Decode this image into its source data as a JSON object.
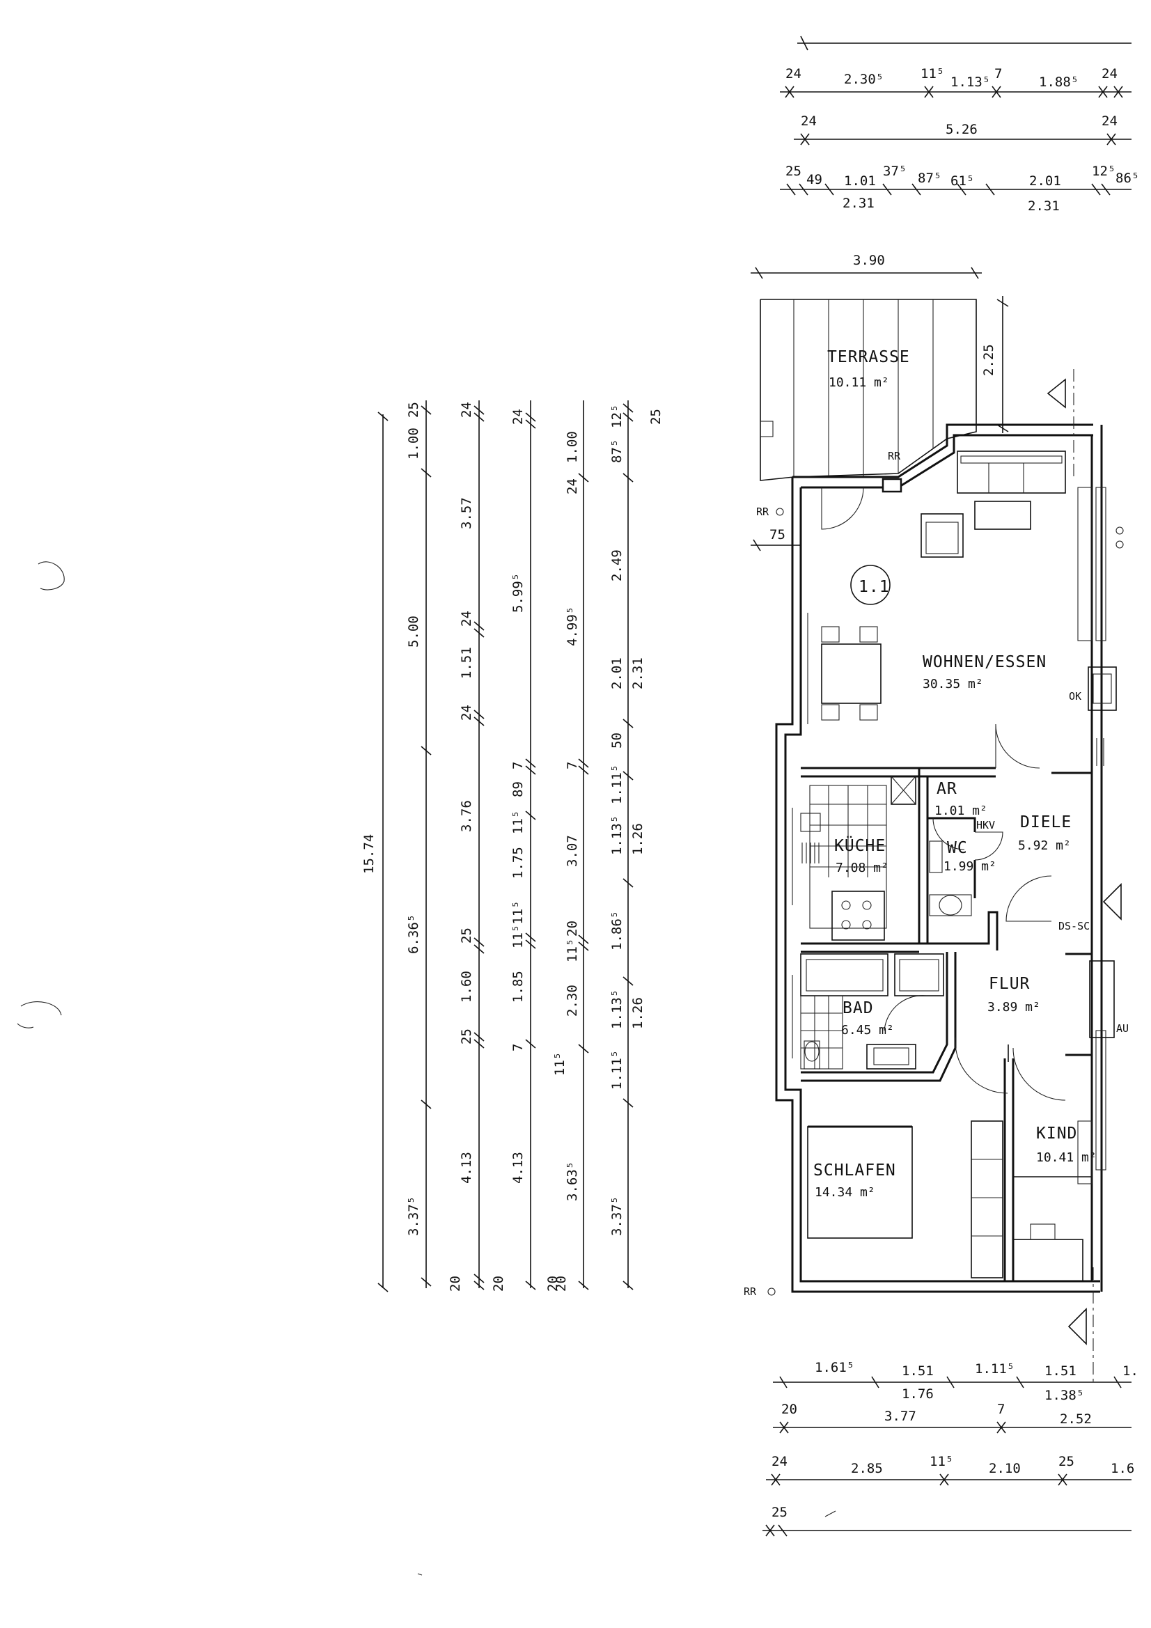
{
  "rooms": {
    "terrasse": {
      "name": "TERRASSE",
      "area": "10.11 m²"
    },
    "wohnen": {
      "name": "WOHNEN/ESSEN",
      "area": "30.35 m²",
      "badge": "1.1"
    },
    "kueche": {
      "name": "KÜCHE",
      "area": "7.08 m²"
    },
    "ar": {
      "name": "AR",
      "area": "1.01 m²"
    },
    "wc": {
      "name": "WC",
      "area": "1.99 m²"
    },
    "diele": {
      "name": "DIELE",
      "area": "5.92 m²"
    },
    "flur": {
      "name": "FLUR",
      "area": "3.89 m²"
    },
    "bad": {
      "name": "BAD",
      "area": "6.45 m²"
    },
    "schlafen": {
      "name": "SCHLAFEN",
      "area": "14.34 m²"
    },
    "kind": {
      "name": "KIND",
      "area": "10.41 m²"
    }
  },
  "labels": {
    "rr1": "RR",
    "rr2": "RR",
    "rr3": "RR",
    "ok": "OK",
    "hkv": "HKV",
    "dssc": "DS-SC",
    "au": "AU"
  },
  "top_dims": {
    "row1": [
      "24",
      "2.30⁵",
      "11⁵",
      "1.13⁵",
      "7",
      "1.88⁵",
      "24"
    ],
    "row2": [
      "24",
      "5.26",
      "24"
    ],
    "row3": [
      "25",
      "49",
      "1.01",
      "37⁵",
      "87⁵",
      "61⁵",
      "2.01",
      "12⁵",
      "86⁵"
    ],
    "row3b": [
      "2.31",
      "2.31"
    ],
    "terrace_w": "3.90",
    "terrace_d": "2.25",
    "wall_75": "75"
  },
  "bottom_dims": {
    "row1": [
      "1.61⁵",
      "1.51",
      "1.11⁵",
      "1.51",
      "1."
    ],
    "row1b": [
      "1.76",
      "1.38⁵"
    ],
    "row2": [
      "20",
      "3.77",
      "7",
      "2.52"
    ],
    "row3": [
      "24",
      "2.85",
      "11⁵",
      "2.10",
      "25",
      "1.6"
    ],
    "row4": [
      "25"
    ]
  },
  "left_dims": {
    "c1": [
      "15.74"
    ],
    "c2": [
      "25",
      "1.00",
      "5.00",
      "6.36⁵",
      "3.37⁵",
      "20"
    ],
    "c3": [
      "24",
      "3.57",
      "24",
      "1.51",
      "24",
      "3.76",
      "25",
      "1.60",
      "25",
      "4.13",
      "20"
    ],
    "c4": [
      "24",
      "5.99⁵",
      "7",
      "89",
      "11⁵",
      "1.75",
      "11⁵11⁵",
      "1.85",
      "7",
      "4.13",
      "20"
    ],
    "c5": [
      "1.00",
      "24",
      "4.99⁵",
      "7",
      "3.07",
      "20",
      "11⁵",
      "2.30",
      "11⁵",
      "3.63⁵",
      "20"
    ],
    "c6": [
      "12⁵",
      "25",
      "87⁵",
      "2.49",
      "2.01",
      "2.31",
      "50",
      "1.11⁵",
      "1.13⁵",
      "1.26",
      "1.86⁵",
      "1.13⁵",
      "1.26",
      "1.11⁵",
      "3.37⁵"
    ]
  }
}
